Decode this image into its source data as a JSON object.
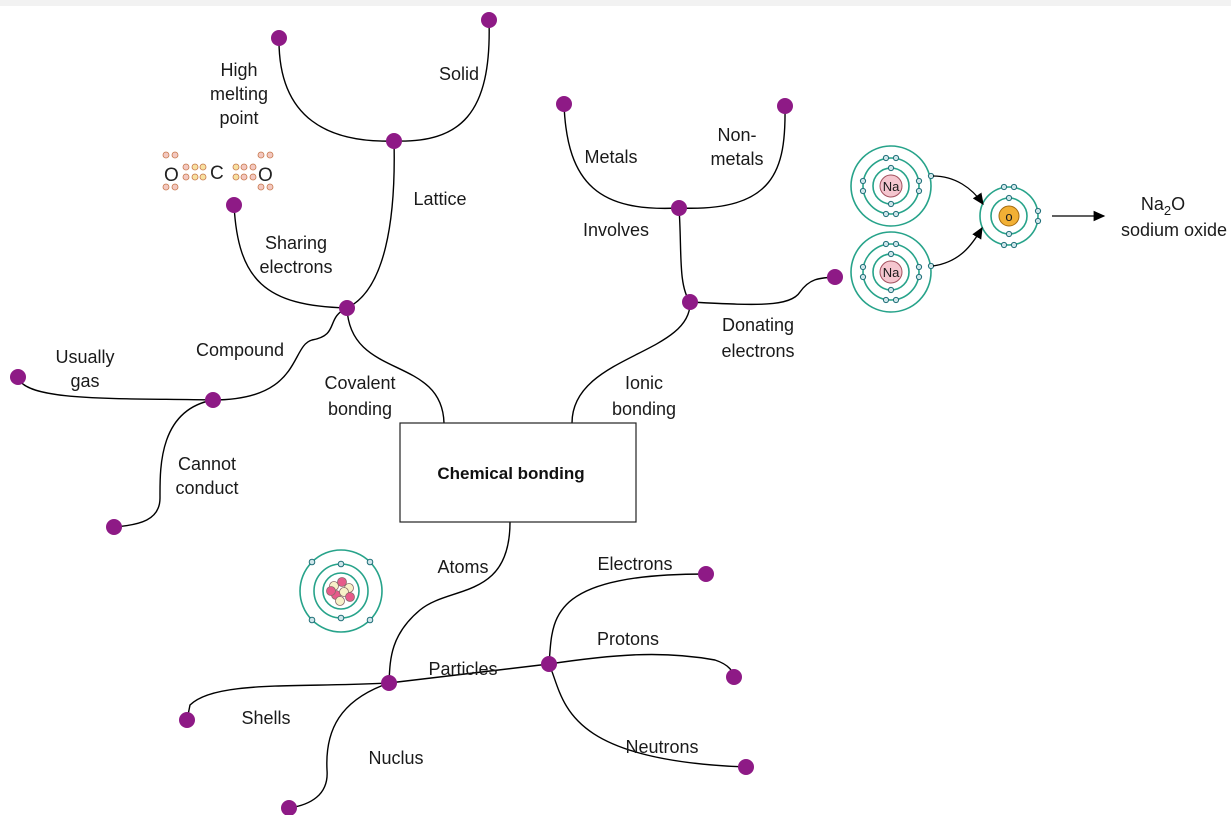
{
  "central": {
    "label": "Chemical bonding"
  },
  "branches": {
    "covalent": "Covalent\nbonding",
    "ionic": "Ionic\nbonding",
    "atoms": "Atoms"
  },
  "covalent_labels": {
    "solid": "Solid",
    "high_melting": "High\nmelting\npoint",
    "lattice": "Lattice",
    "sharing": "Sharing\nelectrons",
    "compound": "Compound",
    "usually_gas": "Usually\ngas",
    "cannot_conduct": "Cannot\nconduct"
  },
  "ionic_labels": {
    "metals": "Metals",
    "nonmetals": "Non-\nmetals",
    "involves": "Involves",
    "donating": "Donating\nelectrons"
  },
  "atom_labels": {
    "particles": "Particles",
    "electrons": "Electrons",
    "protons": "Protons",
    "neutrons": "Neutrons",
    "shells": "Shells",
    "nucleus": "Nuclus"
  },
  "co2": {
    "o1": "O",
    "c": "C",
    "o2": "O"
  },
  "ionic_example": {
    "na_top": "Na",
    "na_bottom": "Na",
    "o": "o",
    "product_formula_base": "Na",
    "product_formula_sub": "2",
    "product_formula_end": "O",
    "product_name": "sodium oxide"
  },
  "colors": {
    "node": "#8e1a86",
    "shell": "#27a38a",
    "na_core": "#f5c6cf",
    "o_core": "#f2b035"
  }
}
